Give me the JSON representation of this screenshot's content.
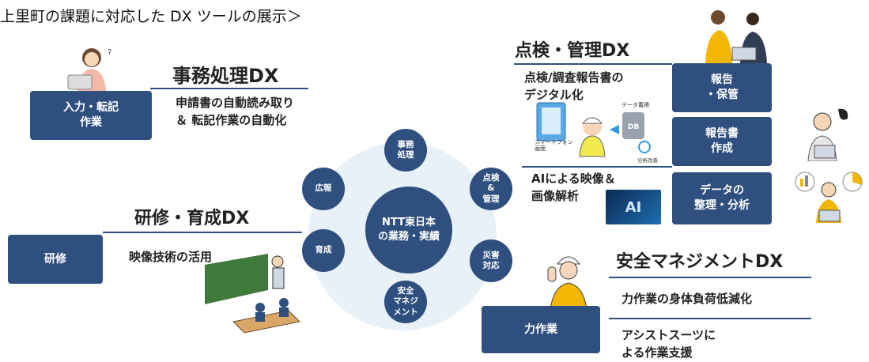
{
  "page_title": "上里町の課題に対応した DX ツールの展示＞",
  "hub": {
    "center": "NTT東日本\nの業務・実績",
    "nodes": [
      "事務\n処理",
      "点検\n&\n管理",
      "災害\n対応",
      "安全\nマネジ\nメント",
      "育成",
      "広報"
    ]
  },
  "jimu": {
    "heading": "事務処理DX",
    "box": "入力・転記\n作業",
    "desc": "申請書の自動読み取り\n ＆ 転記作業の自動化"
  },
  "kenshu": {
    "heading": "研修・育成DX",
    "box": "研修",
    "desc": "映像技術の活用"
  },
  "tenken": {
    "heading": "点検・管理DX",
    "desc1": "点検/調査報告書の\nデジタル化",
    "desc2": "AIによる映像＆\n画像解析",
    "boxes": [
      "報告\n・保管",
      "報告書\n作成",
      "データの\n整理・分析"
    ],
    "diagram": {
      "phone_label": "スマートフォン\n画面",
      "db_label": "データ蓄積",
      "db_text": "DB",
      "analysis_label": "分析改善",
      "ai_text": "AI"
    }
  },
  "anzen": {
    "heading": "安全マネジメントDX",
    "box": "力作業",
    "desc1": "力作業の身体負荷低減化",
    "desc2": "アシストスーツに\nよる作業支援"
  },
  "colors": {
    "navy": "#2f4f7f",
    "hub_bg": "#e8f0f8",
    "accent_yellow": "#f2b705"
  }
}
